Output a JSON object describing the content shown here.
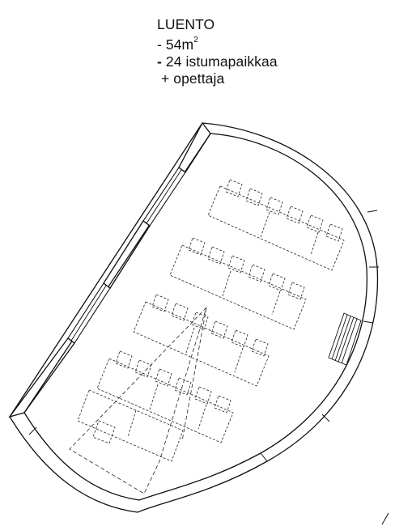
{
  "room": {
    "title": "LUENTO",
    "area_prefix": "- 54m",
    "area_exponent": "2",
    "seats_prefix": "- ",
    "seats_text": "24 istumapaikkaa",
    "teacher_text": " + opettaja"
  },
  "plan": {
    "seat_rows": 4,
    "seats_per_row": 6,
    "teacher_seats": 1
  }
}
